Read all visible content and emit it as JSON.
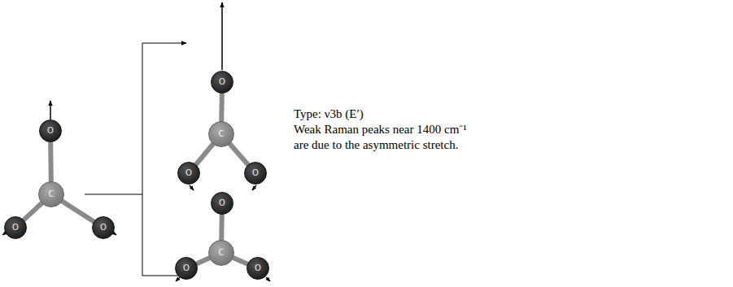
{
  "diagram": {
    "nodes": [
      {
        "text": [
          "O"
        ]
      },
      {
        "text": [
          "C"
        ]
      },
      {
        "text": [
          "O"
        ]
      },
      {
        "text": [
          "O"
        ]
      },
      {
        "text": [
          "O"
        ]
      },
      {
        "text": [
          "C"
        ]
      },
      {
        "text": [
          "O"
        ]
      },
      {
        "text": [
          "O"
        ]
      },
      {
        "text": [
          "O"
        ]
      },
      {
        "text": [
          "C"
        ]
      },
      {
        "text": [
          "O"
        ]
      },
      {
        "text": [
          "O"
        ]
      }
    ],
    "edges": [
      {
        "from": 1,
        "to": 0,
        "arrow": "none"
      },
      {
        "from": 1,
        "to": 2,
        "arrow": "none"
      },
      {
        "from": 1,
        "to": 3,
        "arrow": "none"
      },
      {
        "from": 5,
        "to": 4,
        "arrow": "none"
      },
      {
        "from": 5,
        "to": 6,
        "arrow": "none"
      },
      {
        "from": 5,
        "to": 7,
        "arrow": "none"
      },
      {
        "from": 9,
        "to": 8,
        "arrow": "none"
      },
      {
        "from": 9,
        "to": 10,
        "arrow": "none"
      },
      {
        "from": 9,
        "to": 11,
        "arrow": "none"
      }
    ],
    "labels": [
      "Type: ν3b (E′)",
      "Weak Raman peaks near 1400 cm⁻¹ are due to the asymmetric stretch."
    ]
  }
}
